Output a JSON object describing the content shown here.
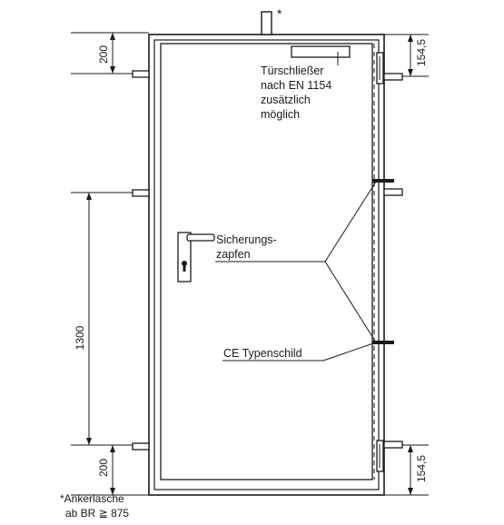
{
  "labels": {
    "closer_line1": "Türschließer",
    "closer_line2": "nach EN 1154",
    "closer_line3": "zusätzlich",
    "closer_line4": "möglich",
    "bolts_line1": "Sicherungs-",
    "bolts_line2": "zapfen",
    "nameplate": "CE Typenschild",
    "anchor_star": "*",
    "anchor_line1": "*Ankerlasche",
    "anchor_line2": "ab BR ≧ 875"
  },
  "dimensions": {
    "top_left": "200",
    "middle_left": "1300",
    "bottom_left": "200",
    "top_right": "154,5",
    "bottom_right": "154,5"
  },
  "colors": {
    "line": "#1a1a1a",
    "background": "#ffffff"
  }
}
